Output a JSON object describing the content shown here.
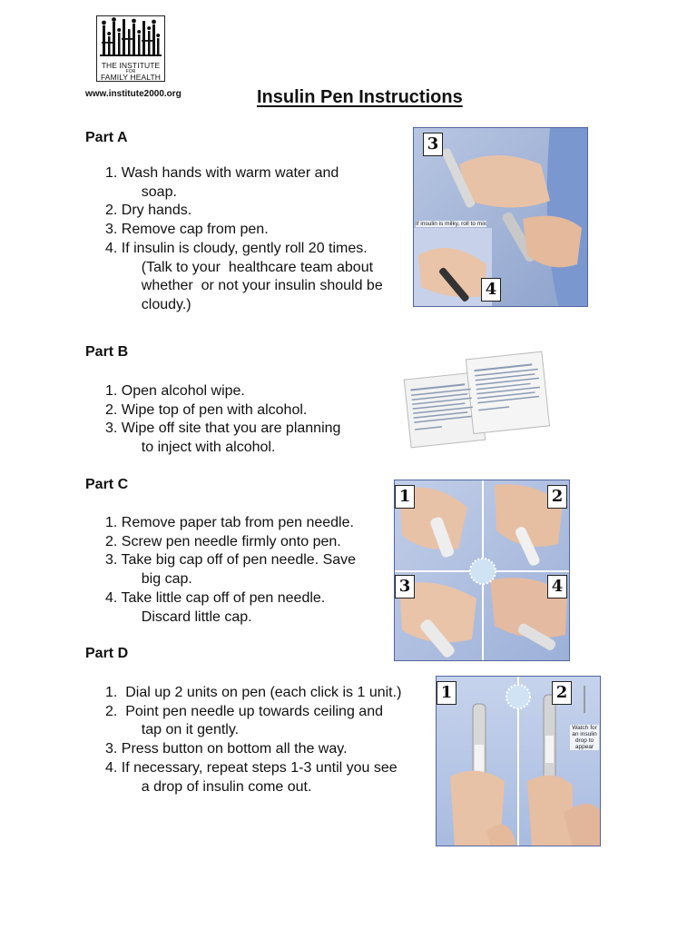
{
  "logo": {
    "line1": "THE INSTITUTE",
    "line2": "FOR",
    "line3": "FAMILY HEALTH"
  },
  "website": "www.institute2000.org",
  "title": "Insulin Pen Instructions",
  "parts": [
    {
      "heading": "Part A",
      "steps": [
        "1. Wash hands with warm water and\n    soap.",
        "2. Dry hands.",
        "3. Remove cap from pen.",
        "4. If insulin is cloudy, gently roll 20 times.\n    (Talk to your  healthcare team about\n    whether  or not your insulin should be\n    cloudy.)"
      ]
    },
    {
      "heading": "Part B",
      "steps": [
        "1. Open alcohol wipe.",
        "2. Wipe top of pen with alcohol.",
        "3. Wipe off site that you are planning\n    to inject with alcohol."
      ]
    },
    {
      "heading": "Part C",
      "steps": [
        "1. Remove paper tab from pen needle.",
        "2. Screw pen needle firmly onto pen.",
        "3. Take big cap off of pen needle. Save\n    big cap.",
        "4. Take little cap off of pen needle.\n    Discard little cap."
      ]
    },
    {
      "heading": "Part D",
      "steps": [
        "1.  Dial up 2 units on pen (each click is 1 unit.)",
        "2.  Point pen needle up towards ceiling and\n    tap on it gently.",
        "3. Press button on bottom all the way.",
        "4. If necessary, repeat steps 1-3 until you see\n    a drop of insulin come out."
      ]
    }
  ],
  "images": {
    "part_a": {
      "badge_top": "3",
      "badge_bottom": "4",
      "caption": "If insulin is milky, roll to mix"
    },
    "part_c": {
      "badge_1": "1",
      "badge_2": "2",
      "badge_3": "3",
      "badge_4": "4"
    },
    "part_d": {
      "badge_1": "1",
      "badge_2": "2",
      "caption": "Watch for an insulin drop to appear"
    }
  },
  "colors": {
    "photo_blue": "#9fb2d6",
    "skin": "#e9c0a4",
    "frame": "#4a5a96"
  }
}
